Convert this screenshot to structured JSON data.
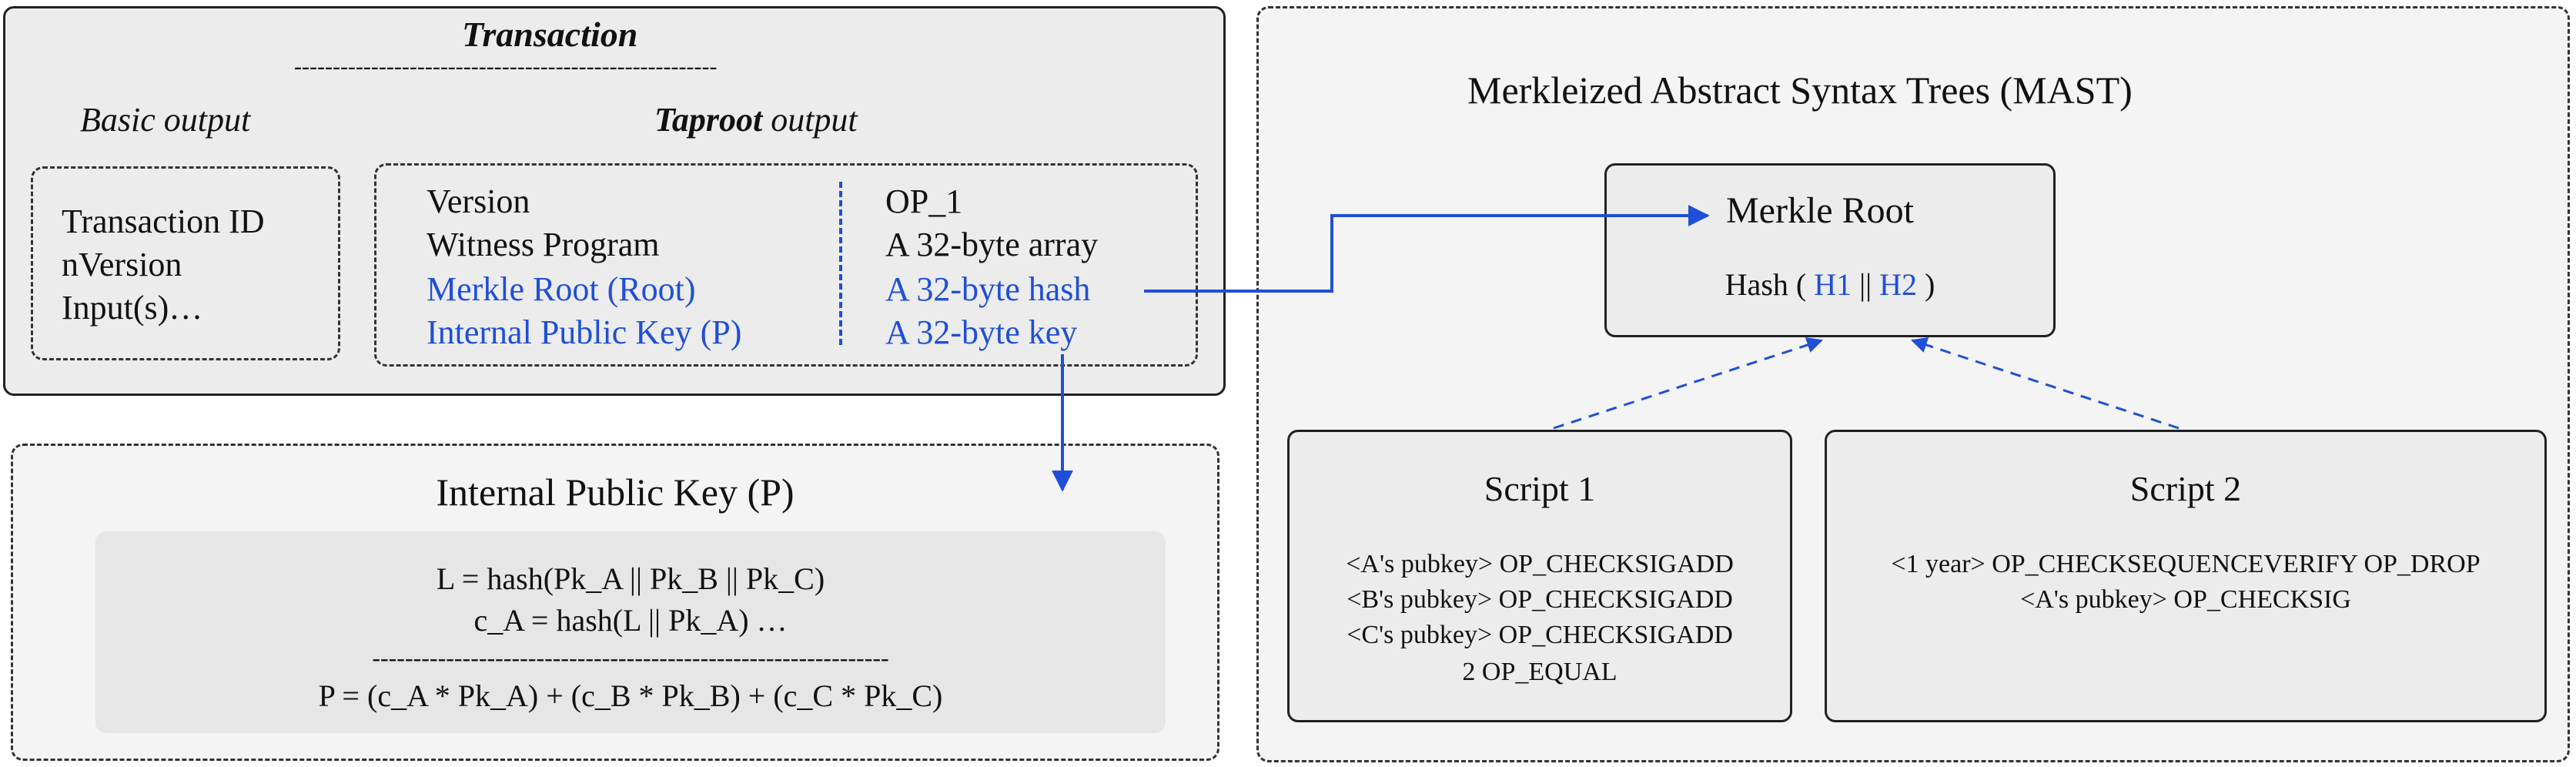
{
  "colors": {
    "accent_blue": "#1f4fd6",
    "box_gray": "#ececec",
    "inner_gray": "#e6e6e6",
    "border": "#222222"
  },
  "transaction": {
    "title": "Transaction",
    "divider": "-------------------------------------------------------",
    "basic_label": "Basic output",
    "taproot_label_bold": "Taproot",
    "taproot_label_rest": " output",
    "basic_fields": [
      "Transaction ID",
      "nVersion",
      "Input(s)…"
    ],
    "taproot_left": [
      "Version",
      "Witness Program",
      "Merkle Root (Root)",
      "Internal Public Key (P)"
    ],
    "taproot_right": [
      "OP_1",
      "A 32-byte array",
      "A 32-byte hash",
      "A 32-byte key"
    ]
  },
  "internal_key": {
    "title": "Internal Public Key (P)",
    "line1": "L = hash(Pk_A || Pk_B || Pk_C)",
    "line2": "c_A = hash(L || Pk_A) …",
    "divider": "---------------------------------------------------------------",
    "line3": "P = (c_A * Pk_A) + (c_B * Pk_B) + (c_C * Pk_C)"
  },
  "mast": {
    "title": "Merkleized Abstract Syntax Trees (MAST)",
    "root_title": "Merkle Root",
    "hash_prefix": "Hash ( ",
    "h1": "H1",
    "sep": " || ",
    "h2": "H2",
    "hash_suffix": " )",
    "script1": {
      "title": "Script 1",
      "lines": [
        "<A's pubkey> OP_CHECKSIGADD",
        "<B's pubkey> OP_CHECKSIGADD",
        "<C's pubkey> OP_CHECKSIGADD",
        "2 OP_EQUAL"
      ]
    },
    "script2": {
      "title": "Script 2",
      "lines": [
        "<1 year> OP_CHECKSEQUENCEVERIFY OP_DROP",
        "<A's pubkey> OP_CHECKSIG"
      ]
    }
  }
}
